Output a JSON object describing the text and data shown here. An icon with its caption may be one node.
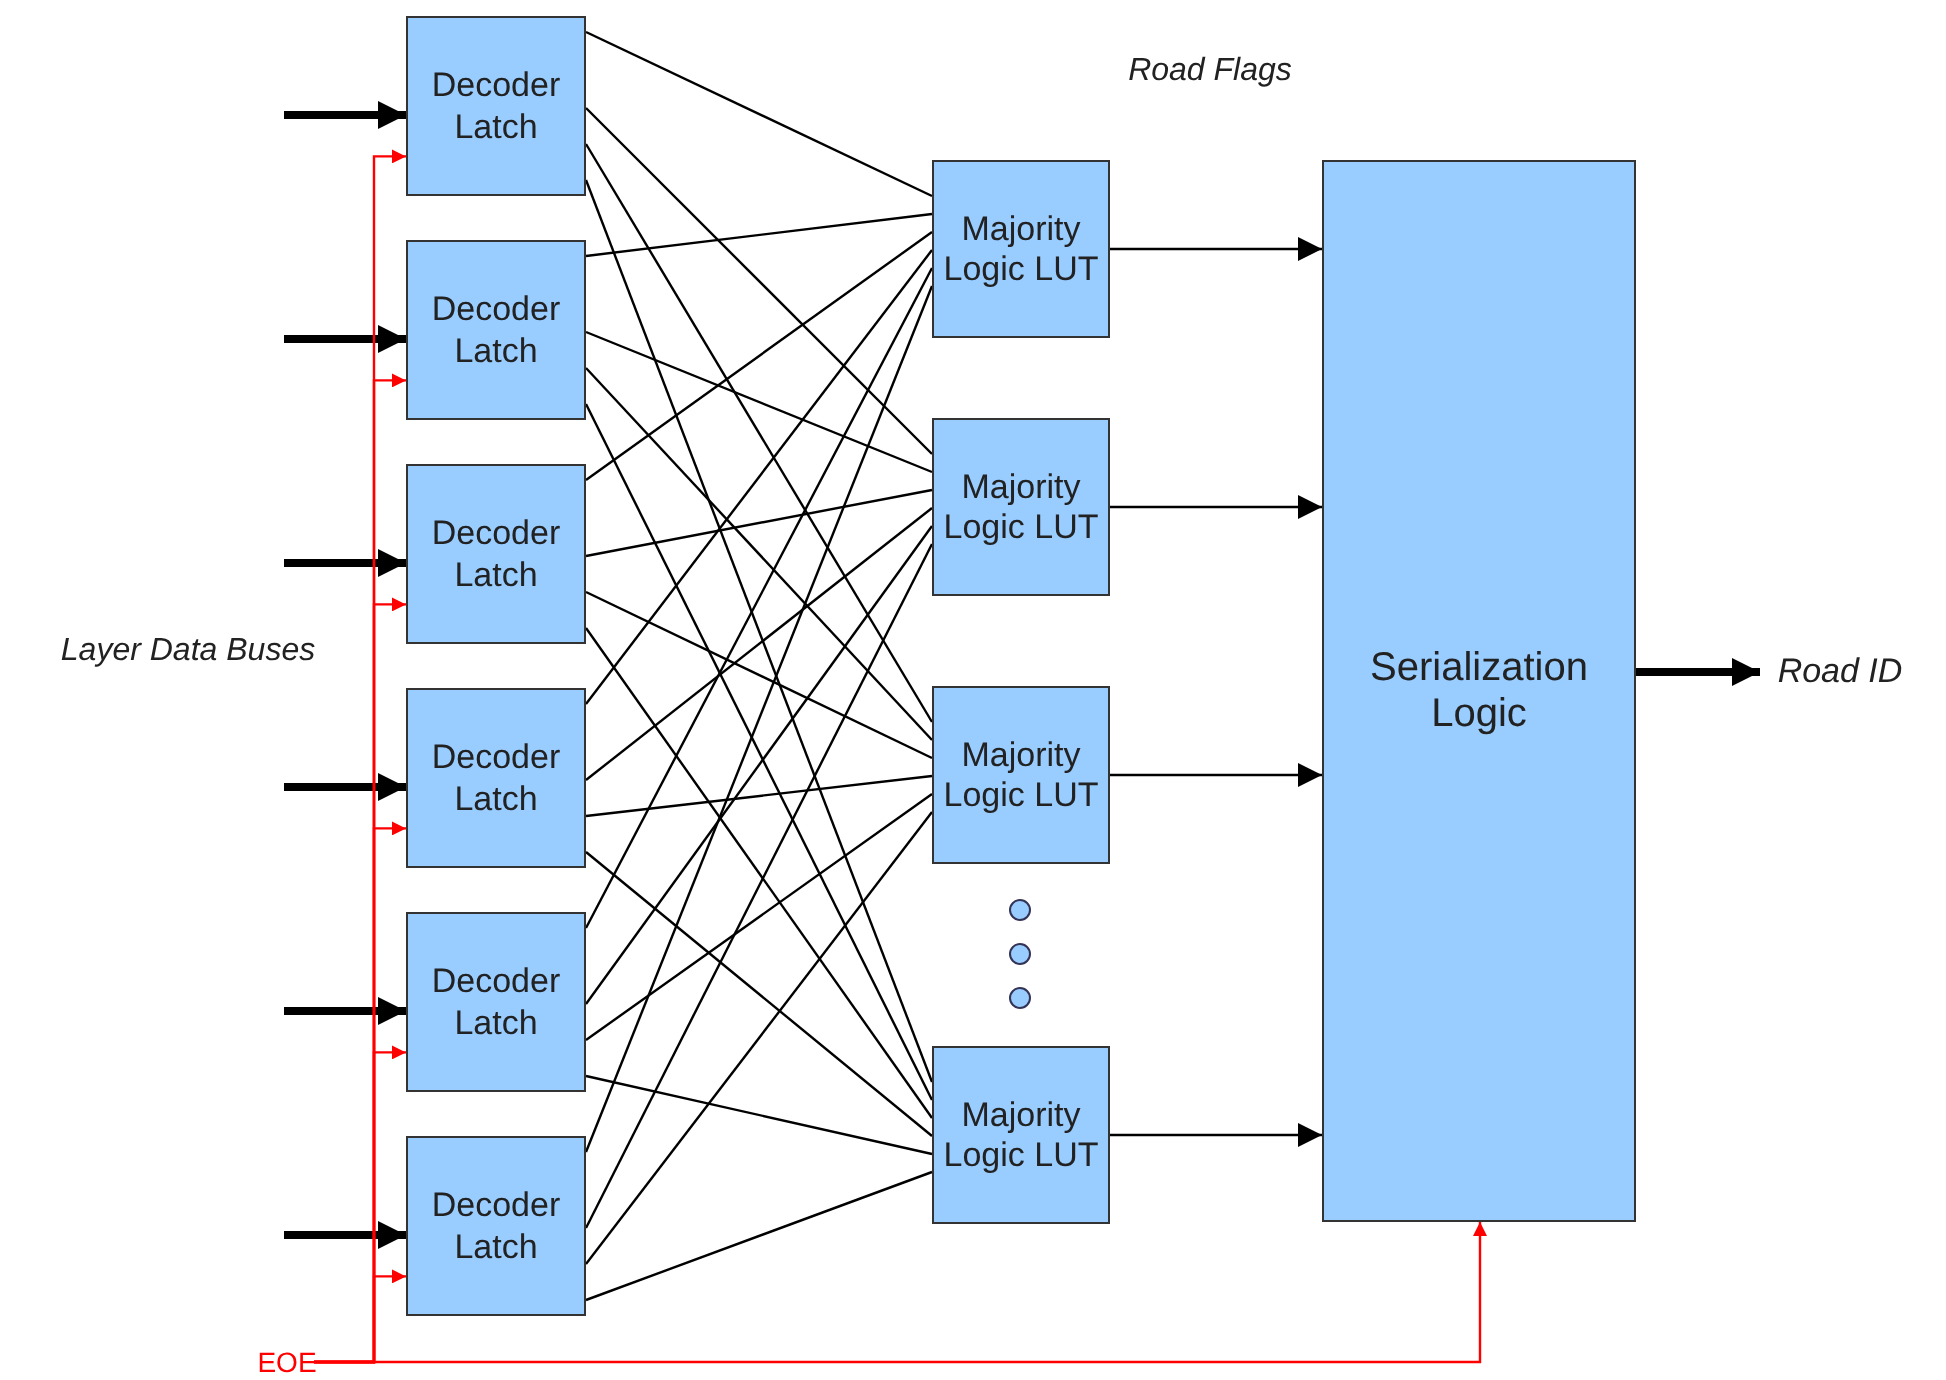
{
  "diagram": {
    "nodes": [
      {
        "text": [
          "Decoder Latch"
        ]
      },
      {
        "text": [
          "Decoder Latch"
        ]
      },
      {
        "text": [
          "Decoder Latch"
        ]
      },
      {
        "text": [
          "Decoder Latch"
        ]
      },
      {
        "text": [
          "Decoder Latch"
        ]
      },
      {
        "text": [
          "Decoder Latch"
        ]
      },
      {
        "text": [
          "Majority Logic LUT"
        ]
      },
      {
        "text": [
          "Majority Logic LUT"
        ]
      },
      {
        "text": [
          "Majority Logic LUT"
        ]
      },
      {
        "text": [
          "Majority Logic LUT"
        ]
      },
      {
        "text": [
          "Serialization Logic"
        ]
      },
      {
        "text": [
          "Road ID"
        ]
      },
      {
        "text": [
          "EOE"
        ]
      }
    ],
    "edges": [
      {
        "from": null,
        "to": 0,
        "arrow": "to",
        "style": "thick"
      },
      {
        "from": null,
        "to": 1,
        "arrow": "to",
        "style": "thick"
      },
      {
        "from": null,
        "to": 2,
        "arrow": "to",
        "style": "thick"
      },
      {
        "from": null,
        "to": 3,
        "arrow": "to",
        "style": "thick"
      },
      {
        "from": null,
        "to": 4,
        "arrow": "to",
        "style": "thick"
      },
      {
        "from": null,
        "to": 5,
        "arrow": "to",
        "style": "thick"
      },
      {
        "from": 0,
        "to": 6,
        "arrow": "none"
      },
      {
        "from": 0,
        "to": 7,
        "arrow": "none"
      },
      {
        "from": 0,
        "to": 8,
        "arrow": "none"
      },
      {
        "from": 0,
        "to": 9,
        "arrow": "none"
      },
      {
        "from": 1,
        "to": 6,
        "arrow": "none"
      },
      {
        "from": 1,
        "to": 7,
        "arrow": "none"
      },
      {
        "from": 1,
        "to": 8,
        "arrow": "none"
      },
      {
        "from": 1,
        "to": 9,
        "arrow": "none"
      },
      {
        "from": 2,
        "to": 6,
        "arrow": "none"
      },
      {
        "from": 2,
        "to": 7,
        "arrow": "none"
      },
      {
        "from": 2,
        "to": 8,
        "arrow": "none"
      },
      {
        "from": 2,
        "to": 9,
        "arrow": "none"
      },
      {
        "from": 3,
        "to": 6,
        "arrow": "none"
      },
      {
        "from": 3,
        "to": 7,
        "arrow": "none"
      },
      {
        "from": 3,
        "to": 8,
        "arrow": "none"
      },
      {
        "from": 3,
        "to": 9,
        "arrow": "none"
      },
      {
        "from": 4,
        "to": 6,
        "arrow": "none"
      },
      {
        "from": 4,
        "to": 7,
        "arrow": "none"
      },
      {
        "from": 4,
        "to": 8,
        "arrow": "none"
      },
      {
        "from": 4,
        "to": 9,
        "arrow": "none"
      },
      {
        "from": 5,
        "to": 6,
        "arrow": "none"
      },
      {
        "from": 5,
        "to": 7,
        "arrow": "none"
      },
      {
        "from": 5,
        "to": 8,
        "arrow": "none"
      },
      {
        "from": 5,
        "to": 9,
        "arrow": "none"
      },
      {
        "from": 6,
        "to": 10,
        "arrow": "to"
      },
      {
        "from": 7,
        "to": 10,
        "arrow": "to"
      },
      {
        "from": 8,
        "to": 10,
        "arrow": "to"
      },
      {
        "from": 9,
        "to": 10,
        "arrow": "to"
      },
      {
        "from": 10,
        "to": 11,
        "arrow": "to",
        "style": "thick"
      },
      {
        "from": 12,
        "to": 0,
        "arrow": "to",
        "color": "#ff0000"
      },
      {
        "from": 12,
        "to": 1,
        "arrow": "to",
        "color": "#ff0000"
      },
      {
        "from": 12,
        "to": 2,
        "arrow": "to",
        "color": "#ff0000"
      },
      {
        "from": 12,
        "to": 3,
        "arrow": "to",
        "color": "#ff0000"
      },
      {
        "from": 12,
        "to": 4,
        "arrow": "to",
        "color": "#ff0000"
      },
      {
        "from": 12,
        "to": 5,
        "arrow": "to",
        "color": "#ff0000"
      },
      {
        "from": 12,
        "to": 10,
        "arrow": "to",
        "color": "#ff0000"
      }
    ],
    "labels": [
      "Road Flags",
      "Layer Data Buses"
    ]
  }
}
